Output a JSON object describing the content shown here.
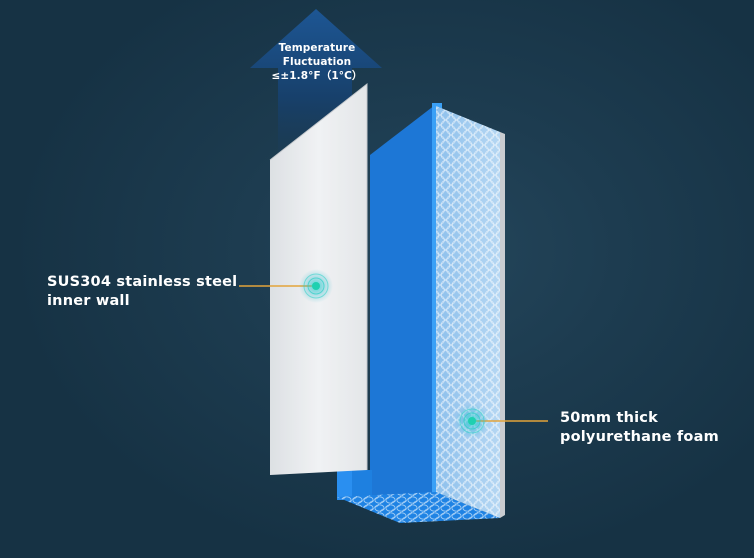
{
  "arrow_label": {
    "line1": "Temperature",
    "line2": "Fluctuation",
    "line3": "≤±1.8°F（1°C）"
  },
  "callouts": {
    "steel": {
      "line1": "SUS304 stainless steel",
      "line2": "inner wall"
    },
    "foam": {
      "line1": "50mm thick",
      "line2": "polyurethane foam"
    }
  },
  "colors": {
    "background": "#1c3a4e",
    "arrow": "#1a4f86",
    "steel": "#e6e9ec",
    "blue_panel": "#1f86e6",
    "foam": "#9cc8ee",
    "leader_line": "#e3a43a",
    "marker": "#27c8b8"
  }
}
